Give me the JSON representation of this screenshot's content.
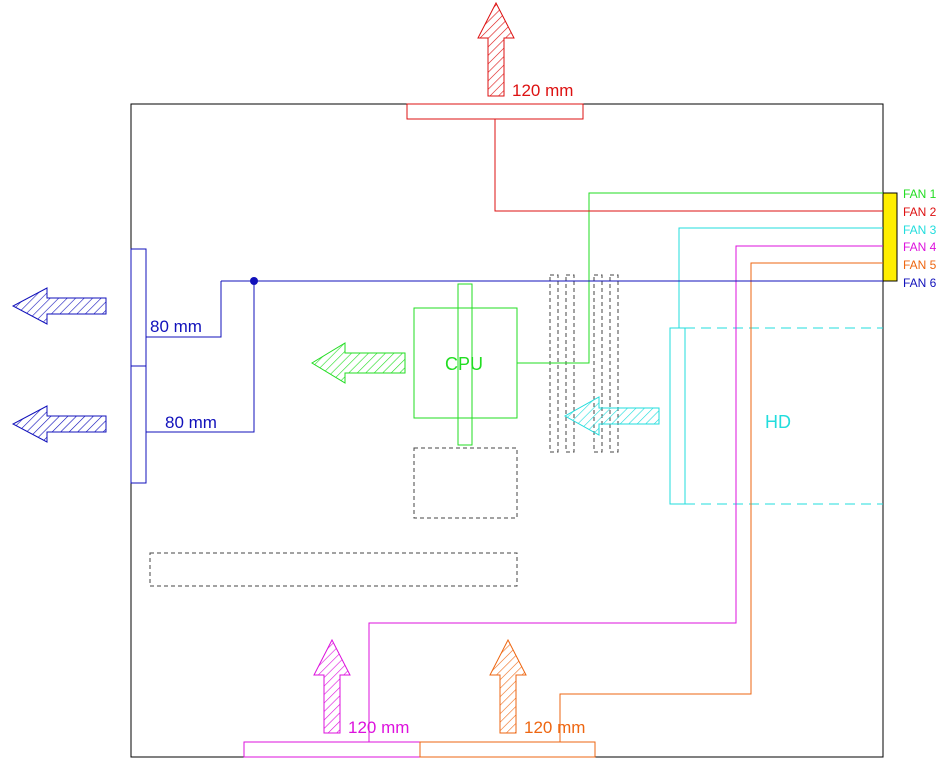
{
  "colors": {
    "fan1": "#22dd22",
    "fan2": "#dd1111",
    "fan3": "#22dddd",
    "fan4": "#dd11dd",
    "fan5": "#ee6611",
    "fan6": "#1111bb",
    "connector": "#ffee00",
    "outline": "#000000",
    "dashed": "#444444"
  },
  "labels": {
    "top_fan": "120 mm",
    "rear_fan_upper": "80 mm",
    "rear_fan_lower": "80 mm",
    "bottom_fan_left": "120 mm",
    "bottom_fan_right": "120 mm",
    "cpu": "CPU",
    "hd": "HD"
  },
  "fan_header": {
    "items": [
      {
        "label": "FAN 1"
      },
      {
        "label": "FAN 2"
      },
      {
        "label": "FAN 3"
      },
      {
        "label": "FAN 4"
      },
      {
        "label": "FAN 5"
      },
      {
        "label": "FAN 6"
      }
    ]
  }
}
